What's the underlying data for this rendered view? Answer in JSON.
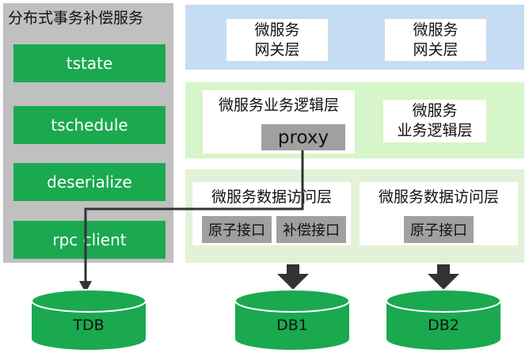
{
  "left_panel": {
    "title": "分布式事务补偿服务",
    "items": [
      "tstate",
      "tschedule",
      "deserialize",
      "rpc client"
    ]
  },
  "gateway_layer": {
    "boxes": [
      "微服务\n网关层",
      "微服务\n网关层"
    ]
  },
  "logic_layer": {
    "box1_title": "微服务业务逻辑层",
    "proxy": "proxy",
    "box2": "微服务\n业务逻辑层"
  },
  "data_layer": {
    "box1_title": "微服务数据访问层",
    "box1_btn1": "原子接口",
    "box1_btn2": "补偿接口",
    "box2_title": "微服务数据访问层",
    "box2_btn1": "原子接口"
  },
  "databases": [
    "TDB",
    "DB1",
    "DB2"
  ],
  "colors": {
    "green": "#1aa94f",
    "gateway_bg": "#c5dcf2",
    "logic_bg": "#d6f5c8",
    "data_bg": "#e3f1d8",
    "panel_gray": "#c0c0c0"
  }
}
